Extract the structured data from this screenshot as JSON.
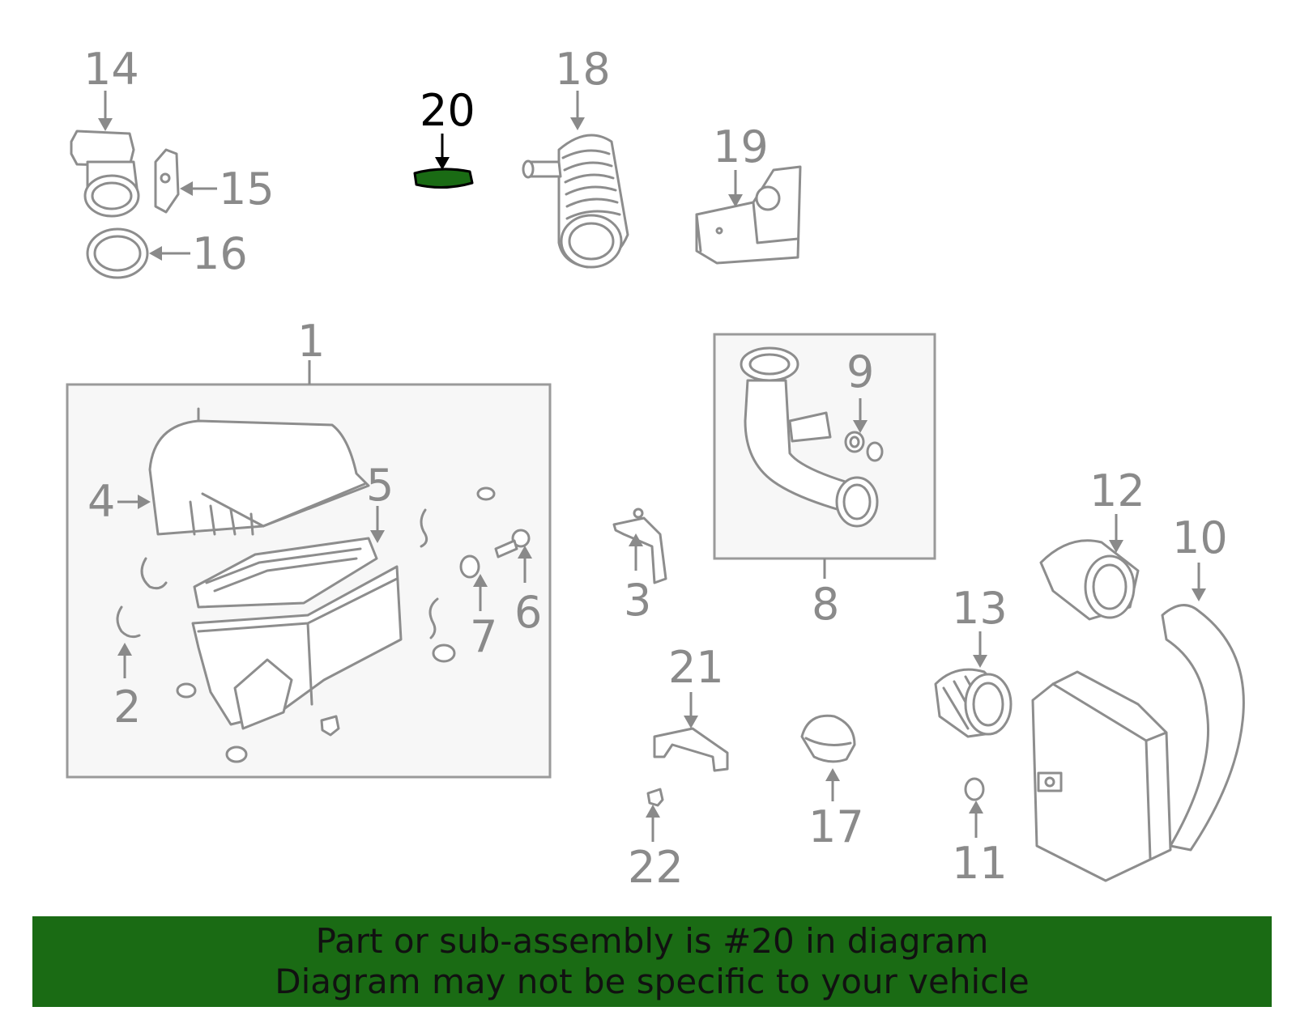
{
  "callouts": {
    "c1": "1",
    "c2": "2",
    "c3": "3",
    "c4": "4",
    "c5": "5",
    "c6": "6",
    "c7": "7",
    "c8": "8",
    "c9": "9",
    "c10": "10",
    "c11": "11",
    "c12": "12",
    "c13": "13",
    "c14": "14",
    "c15": "15",
    "c16": "16",
    "c17": "17",
    "c18": "18",
    "c19": "19",
    "c20": "20",
    "c21": "21",
    "c22": "22"
  },
  "highlighted_part": "20",
  "colors": {
    "highlight": "#1a6b14",
    "line": "#8d8d8d",
    "box_fill": "#f7f7f7"
  },
  "banner": {
    "line1": "Part or sub-assembly is #20 in diagram",
    "line2": "Diagram may not be specific to your vehicle"
  }
}
